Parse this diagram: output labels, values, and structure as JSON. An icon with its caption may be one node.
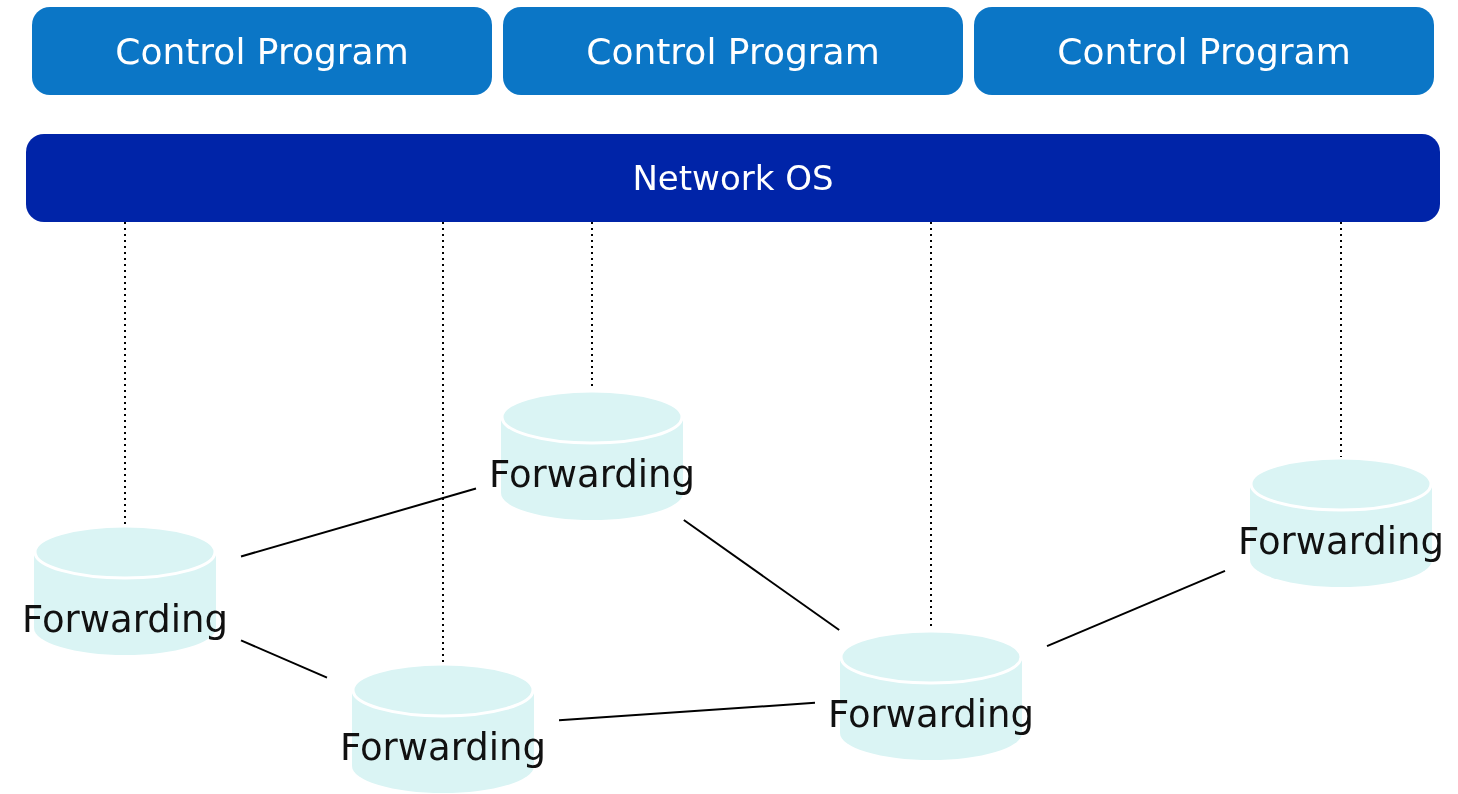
{
  "diagram": {
    "nodes": [
      {
        "text": [
          "Control Program"
        ]
      },
      {
        "text": [
          "Control Program"
        ]
      },
      {
        "text": [
          "Control Program"
        ]
      },
      {
        "text": [
          "Network OS"
        ]
      },
      {
        "text": [
          "Forwarding"
        ]
      },
      {
        "text": [
          "Forwarding"
        ]
      },
      {
        "text": [
          "Forwarding"
        ]
      },
      {
        "text": [
          "Forwarding"
        ]
      },
      {
        "text": [
          "Forwarding"
        ]
      }
    ],
    "edges": [
      {
        "from": 3,
        "to": 4,
        "arrow": "none",
        "style": "dashed"
      },
      {
        "from": 3,
        "to": 5,
        "arrow": "none",
        "style": "dashed"
      },
      {
        "from": 3,
        "to": 6,
        "arrow": "none",
        "style": "dashed"
      },
      {
        "from": 3,
        "to": 7,
        "arrow": "none",
        "style": "dashed"
      },
      {
        "from": 3,
        "to": 8,
        "arrow": "none",
        "style": "dashed"
      },
      {
        "from": 4,
        "to": 6,
        "arrow": "none"
      },
      {
        "from": 4,
        "to": 5,
        "arrow": "none"
      },
      {
        "from": 6,
        "to": 7,
        "arrow": "none"
      },
      {
        "from": 5,
        "to": 7,
        "arrow": "none"
      },
      {
        "from": 7,
        "to": 8,
        "arrow": "none"
      }
    ]
  }
}
